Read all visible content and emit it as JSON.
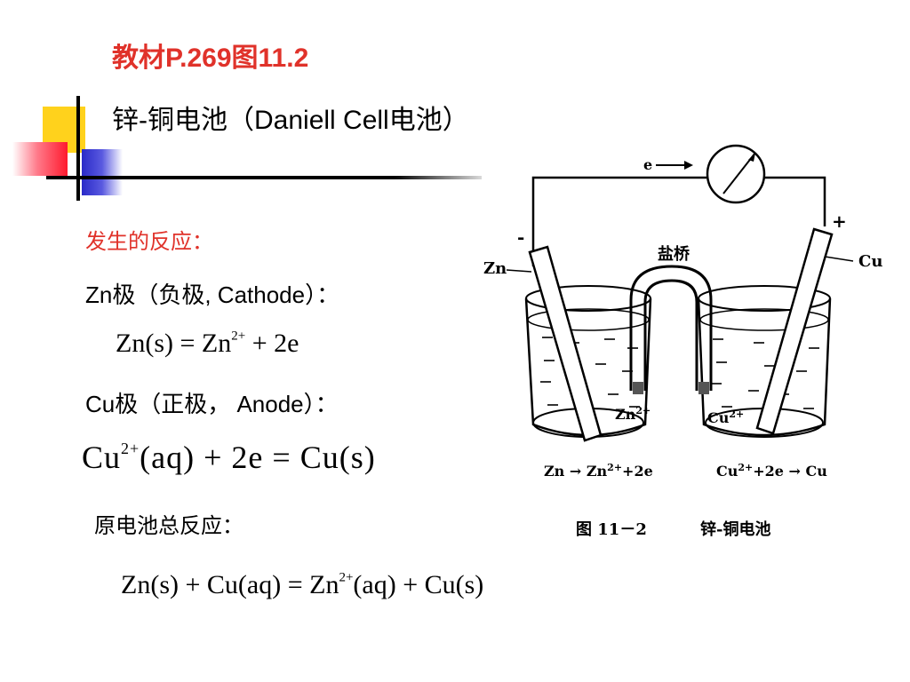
{
  "title": "教材P.269图11.2",
  "subtitle": "锌-铜电池（Daniell Cell电池）",
  "reactions_heading": "发生的反应：",
  "zn_electrode_label": "Zn极（负极, Cathode）：",
  "zn_equation": {
    "lhs": "Zn(s)",
    "eq": " = ",
    "rhs": "Zn",
    "sup": "2+",
    "tail": " + 2e"
  },
  "cu_electrode_label": "Cu极（正极， Anode）：",
  "cu_equation": {
    "lhs": "Cu",
    "sup": "2+",
    "mid": "(aq) + 2e = Cu(s)"
  },
  "overall_heading": "原电池总反应：",
  "overall_equation": {
    "lhs": "Zn(s) + Cu(aq) = Zn",
    "sup": "2+",
    "rhs": "(aq) + Cu(s)"
  },
  "diagram": {
    "electron_label": "e",
    "minus_sign": "-",
    "plus_sign": "+",
    "zn_electrode": "Zn",
    "cu_electrode": "Cu",
    "salt_bridge": "盐桥",
    "zn_ion": "Zn",
    "cu_ion": "Cu",
    "ion_charge": "2+",
    "zn_half_reaction": "Zn → Zn",
    "zn_half_tail": "+2e",
    "cu_half_reaction": "Cu",
    "cu_half_tail": "+2e → Cu",
    "caption_number": "图 11－2",
    "caption_text": "锌-铜电池"
  },
  "colors": {
    "accent_red": "#e0322a",
    "square_yellow": "#ffd21c",
    "square_blue": "#2a2ac8",
    "square_red": "#ff1a2e"
  }
}
